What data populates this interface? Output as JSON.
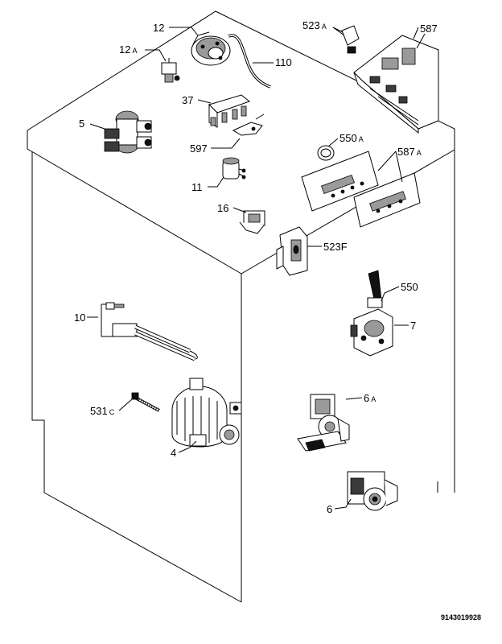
{
  "labels": {
    "p12": "12",
    "p12a_num": "12",
    "p12a_suf": "A",
    "p110": "110",
    "p37": "37",
    "p597": "597",
    "p5": "5",
    "p11": "11",
    "p16": "16",
    "p523a_num": "523",
    "p523a_suf": "A",
    "p587": "587",
    "p550a_num": "550",
    "p550a_suf": "A",
    "p587a_num": "587",
    "p587a_suf": "A",
    "p523f": "523F",
    "p550": "550",
    "p7": "7",
    "p10": "10",
    "p531c_num": "531",
    "p531c_suf": "C",
    "p4": "4",
    "p6a_num": "6",
    "p6a_suf": "A",
    "p6": "6"
  },
  "doc_id": "9143019928"
}
